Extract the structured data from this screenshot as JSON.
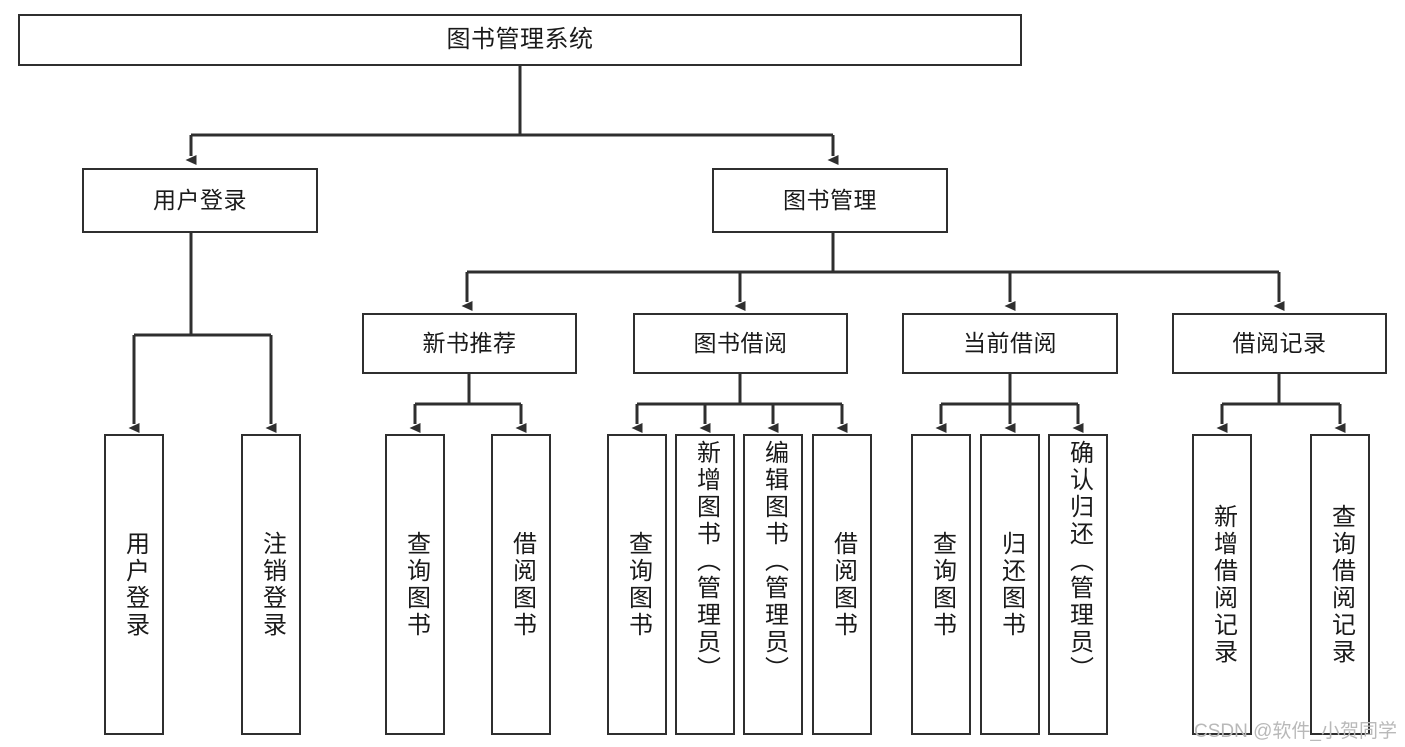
{
  "diagram": {
    "title": "图书管理系统",
    "type": "tree-hierarchy",
    "stroke_color": "#2f2f2f",
    "background_color": "#ffffff",
    "root": {
      "label": "图书管理系统"
    },
    "level2": [
      {
        "label": "用户登录"
      },
      {
        "label": "图书管理"
      }
    ],
    "level3": [
      {
        "label": "新书推荐"
      },
      {
        "label": "图书借阅"
      },
      {
        "label": "当前借阅"
      },
      {
        "label": "借阅记录"
      }
    ],
    "leaves": {
      "user_login": [
        {
          "label": "用户登录"
        },
        {
          "label": "注销登录"
        }
      ],
      "new_book_recommend": [
        {
          "label": "查询图书"
        },
        {
          "label": "借阅图书"
        }
      ],
      "book_borrow": [
        {
          "label": "查询图书"
        },
        {
          "label": "新增图书（管理员）"
        },
        {
          "label": "编辑图书（管理员）"
        },
        {
          "label": "借阅图书"
        }
      ],
      "current_borrow": [
        {
          "label": "查询图书"
        },
        {
          "label": "归还图书"
        },
        {
          "label": "确认归还（管理员）"
        }
      ],
      "borrow_record": [
        {
          "label": "新增借阅记录"
        },
        {
          "label": "查询借阅记录"
        }
      ]
    }
  },
  "watermark": {
    "text": "CSDN @软件_小贺同学"
  }
}
